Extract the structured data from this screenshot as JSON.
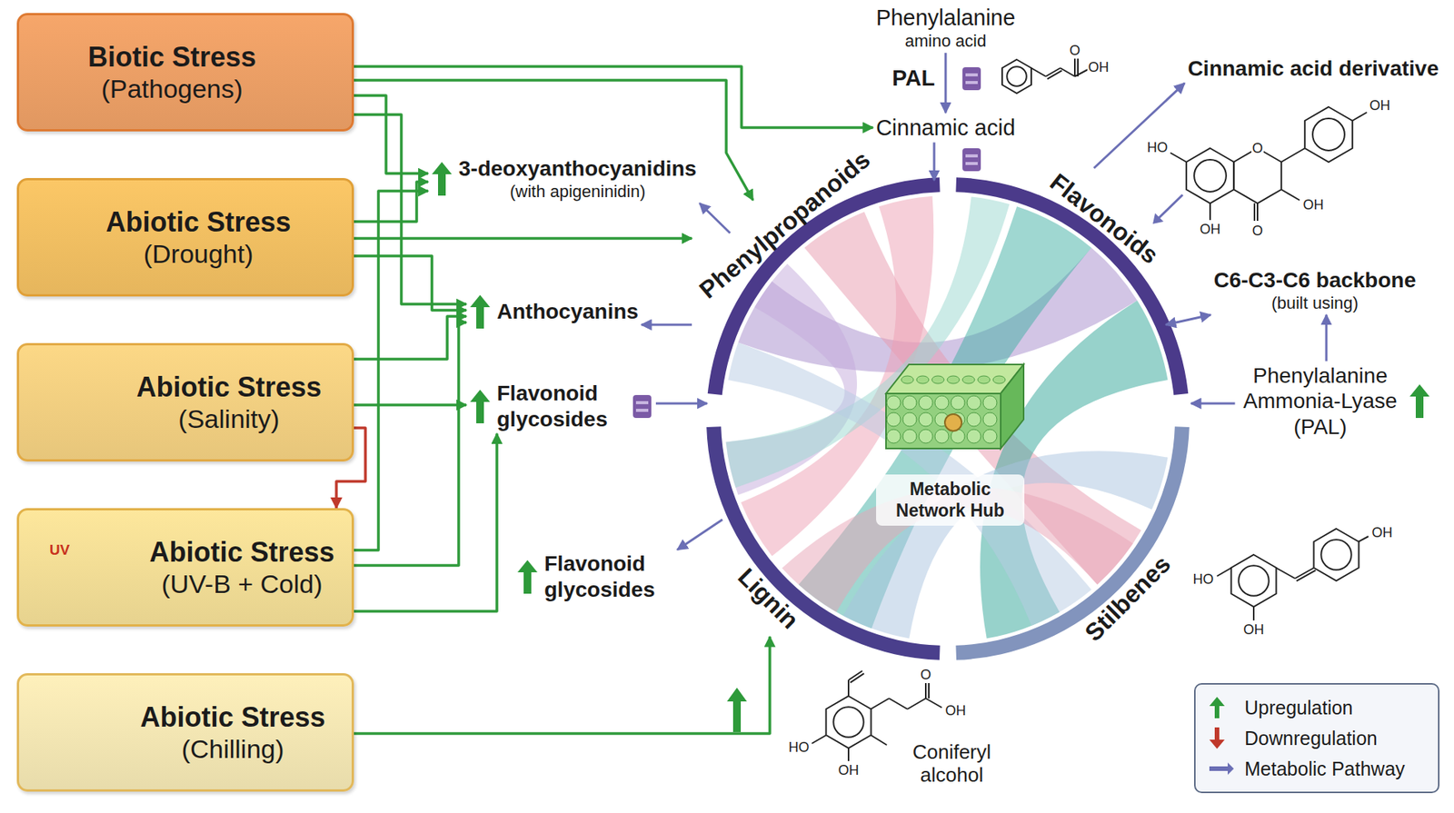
{
  "diagram": {
    "nodes": [
      {
        "text": [
          "Biotic Stress",
          "(Pathogens)"
        ]
      },
      {
        "text": [
          "Abiotic Stress",
          "(Drought)"
        ]
      },
      {
        "text": [
          "Abiotic Stress",
          "(Salinity)"
        ]
      },
      {
        "text": [
          "Abiotic Stress",
          "(UV-B + Cold)"
        ]
      },
      {
        "text": [
          "Abiotic Stress",
          "(Chilling)"
        ]
      },
      {
        "text": [
          "Phenylalanine",
          "amino acid"
        ]
      },
      {
        "text": [
          "Cinnamic acid"
        ]
      },
      {
        "text": [
          "Cinnamic acid derivative"
        ]
      },
      {
        "text": [
          "3-deoxyanthocyanidins",
          "(with apigeninidin)"
        ]
      },
      {
        "text": [
          "Phenylpropanoids"
        ]
      },
      {
        "text": [
          "Flavonoids"
        ]
      },
      {
        "text": [
          "C6-C3-C6 backbone",
          "(built using)"
        ]
      },
      {
        "text": [
          "Anthocyanins"
        ]
      },
      {
        "text": [
          "Flavonoid glycosides"
        ]
      },
      {
        "text": [
          "Phenylalanine Ammonia-Lyase (PAL)"
        ]
      },
      {
        "text": [
          "Metabolic Network Hub"
        ]
      },
      {
        "text": [
          "Flavonoid glycosides"
        ]
      },
      {
        "text": [
          "Lignin"
        ]
      },
      {
        "text": [
          "Stilbenes"
        ]
      }
    ],
    "edges": [
      {
        "from": 0,
        "to": 6,
        "arrow": "to"
      },
      {
        "from": 0,
        "to": 9,
        "arrow": "to"
      },
      {
        "from": 0,
        "to": 8,
        "arrow": "to"
      },
      {
        "from": 0,
        "to": 12,
        "arrow": "to"
      },
      {
        "from": 1,
        "to": 9,
        "arrow": "to"
      },
      {
        "from": 1,
        "to": 8,
        "arrow": "to"
      },
      {
        "from": 1,
        "to": 12,
        "arrow": "to"
      },
      {
        "from": 2,
        "to": 12,
        "arrow": "to"
      },
      {
        "from": 2,
        "to": 13,
        "arrow": "to"
      },
      {
        "from": 2,
        "to": 3,
        "arrow": "to"
      },
      {
        "from": 3,
        "to": 8,
        "arrow": "to"
      },
      {
        "from": 3,
        "to": 12,
        "arrow": "to"
      },
      {
        "from": 3,
        "to": 13,
        "arrow": "to"
      },
      {
        "from": 4,
        "to": 17,
        "arrow": "to"
      },
      {
        "from": 5,
        "to": 6,
        "arrow": "to"
      },
      {
        "from": 6,
        "to": 9,
        "arrow": "to"
      },
      {
        "from": 9,
        "to": 8,
        "arrow": "to"
      },
      {
        "from": 9,
        "to": 12,
        "arrow": "to"
      },
      {
        "from": 13,
        "to": 9,
        "arrow": "to"
      },
      {
        "from": 17,
        "to": 16,
        "arrow": "to"
      },
      {
        "from": 10,
        "to": 7,
        "arrow": "to"
      },
      {
        "from": 10,
        "to": 11,
        "arrow": "both"
      },
      {
        "from": 14,
        "to": 11,
        "arrow": "to"
      },
      {
        "from": 14,
        "to": 10,
        "arrow": "to"
      }
    ],
    "labels": [
      "UV",
      "PAL",
      "O",
      "OH",
      "HO",
      "O",
      "OH",
      "OH",
      "OH",
      "O",
      "HO",
      "OH",
      "OH",
      "O",
      "OH",
      "HO",
      "OH",
      "Coniferyl alcohol"
    ],
    "legend": [
      {
        "text": "Upregulation"
      },
      {
        "text": "Downregulation"
      },
      {
        "text": "Metabolic Pathway"
      }
    ]
  }
}
